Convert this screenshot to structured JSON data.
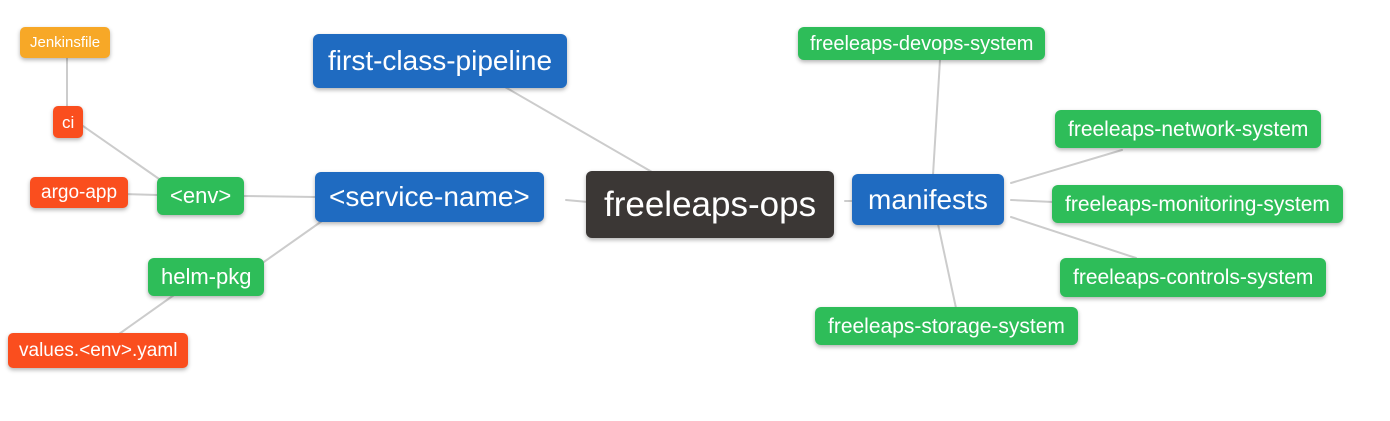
{
  "diagram": {
    "type": "mindmap",
    "root": "freeleaps-ops",
    "colors": {
      "blue": "#1f6bc1",
      "green": "#2ebd59",
      "red_orange": "#fa4e1e",
      "orange": "#f7a827",
      "dark": "#3b3735",
      "edge_line": "#cccccc",
      "background": "#ffffff",
      "node_text": "#ffffff"
    },
    "nodes": [
      {
        "id": "jenkinsfile",
        "label": "Jenkinsfile",
        "color": "orange"
      },
      {
        "id": "ci",
        "label": "ci",
        "color": "red_orange"
      },
      {
        "id": "argo-app",
        "label": "argo-app",
        "color": "red_orange"
      },
      {
        "id": "env",
        "label": "<env>",
        "color": "green"
      },
      {
        "id": "helm-pkg",
        "label": "helm-pkg",
        "color": "green"
      },
      {
        "id": "values-env-yaml",
        "label": "values.<env>.yaml",
        "color": "red_orange"
      },
      {
        "id": "first-class-pipeline",
        "label": "first-class-pipeline",
        "color": "blue"
      },
      {
        "id": "service-name",
        "label": "<service-name>",
        "color": "blue"
      },
      {
        "id": "freeleaps-ops",
        "label": "freeleaps-ops",
        "color": "dark"
      },
      {
        "id": "manifests",
        "label": "manifests",
        "color": "blue"
      },
      {
        "id": "freeleaps-devops-system",
        "label": "freeleaps-devops-system",
        "color": "green"
      },
      {
        "id": "freeleaps-network-system",
        "label": "freeleaps-network-system",
        "color": "green"
      },
      {
        "id": "freeleaps-monitoring-system",
        "label": "freeleaps-monitoring-system",
        "color": "green"
      },
      {
        "id": "freeleaps-controls-system",
        "label": "freeleaps-controls-system",
        "color": "green"
      },
      {
        "id": "freeleaps-storage-system",
        "label": "freeleaps-storage-system",
        "color": "green"
      }
    ],
    "edges": [
      {
        "from": "jenkinsfile",
        "to": "ci"
      },
      {
        "from": "ci",
        "to": "env"
      },
      {
        "from": "argo-app",
        "to": "env"
      },
      {
        "from": "env",
        "to": "service-name"
      },
      {
        "from": "service-name",
        "to": "helm-pkg"
      },
      {
        "from": "helm-pkg",
        "to": "values-env-yaml"
      },
      {
        "from": "first-class-pipeline",
        "to": "freeleaps-ops"
      },
      {
        "from": "service-name",
        "to": "freeleaps-ops"
      },
      {
        "from": "freeleaps-ops",
        "to": "manifests"
      },
      {
        "from": "manifests",
        "to": "freeleaps-devops-system"
      },
      {
        "from": "manifests",
        "to": "freeleaps-network-system"
      },
      {
        "from": "manifests",
        "to": "freeleaps-monitoring-system"
      },
      {
        "from": "manifests",
        "to": "freeleaps-controls-system"
      },
      {
        "from": "manifests",
        "to": "freeleaps-storage-system"
      }
    ]
  }
}
